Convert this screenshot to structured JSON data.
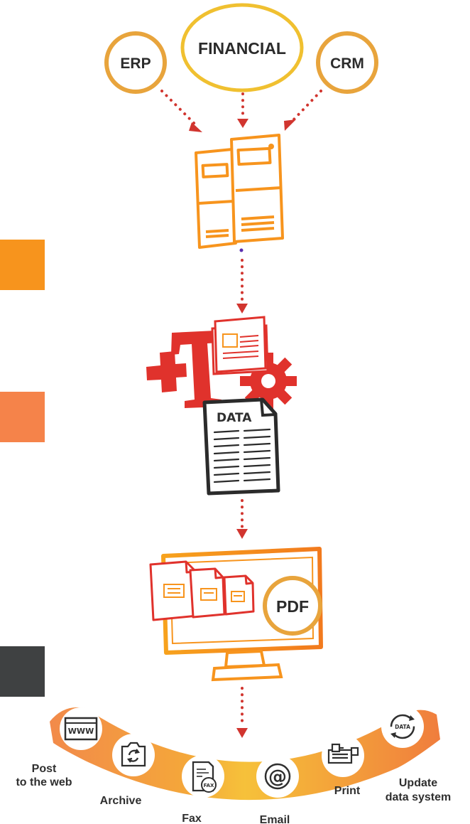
{
  "sources": {
    "erp": "ERP",
    "financial": "FINANCIAL",
    "crm": "CRM"
  },
  "document_badge": "DATA",
  "output_badge": "PDF",
  "outputs": [
    {
      "label_lines": [
        "Post",
        "to the web"
      ],
      "icon": "www-icon"
    },
    {
      "label_lines": [
        "Archive"
      ],
      "icon": "archive-box-icon"
    },
    {
      "label_lines": [
        "Fax"
      ],
      "icon": "fax-icon"
    },
    {
      "label_lines": [
        "Email"
      ],
      "icon": "at-sign-icon"
    },
    {
      "label_lines": [
        "Print"
      ],
      "icon": "printer-icon"
    },
    {
      "label_lines": [
        "Update",
        "data system"
      ],
      "icon": "data-sync-icon"
    }
  ],
  "icon_text": {
    "www": "WWW",
    "fax": "FAX",
    "at": "@",
    "data": "DATA"
  },
  "colors": {
    "orange": "#f7941d",
    "light_orange": "#f5834a",
    "gold": "#f4b23a",
    "ring": "#e8a43c",
    "red": "#e0322c",
    "arrow": "#d1352f",
    "dark_tab": "#3f4142",
    "ink": "#2b2b2b"
  }
}
